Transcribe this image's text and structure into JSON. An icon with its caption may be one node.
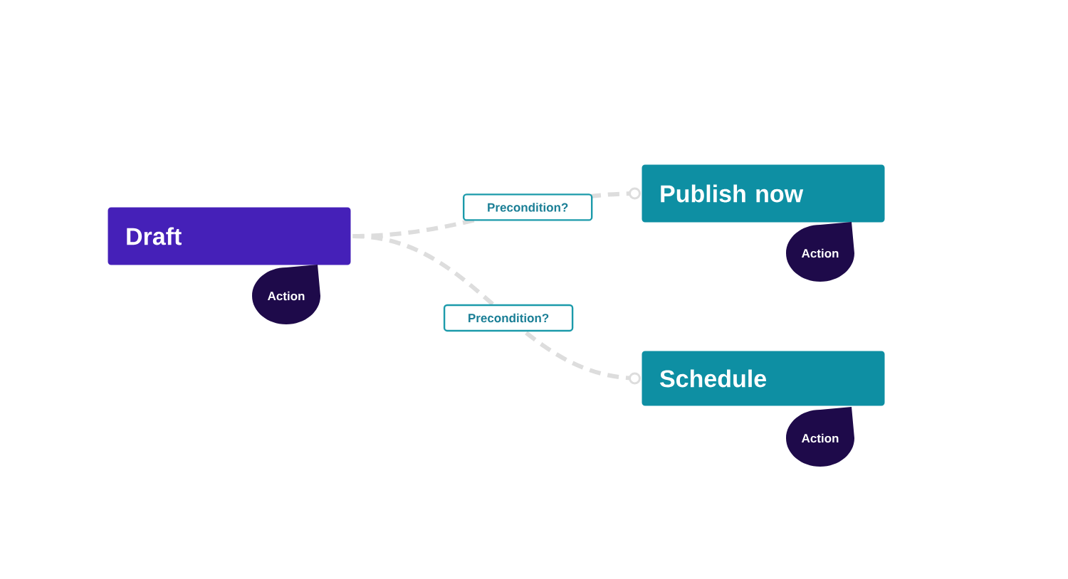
{
  "diagram": {
    "nodes": [
      {
        "text": [
          "Draft"
        ],
        "beside": [
          "Action"
        ]
      },
      {
        "text": [
          "Publish now"
        ],
        "beside": [
          "Action"
        ]
      },
      {
        "text": [
          "Schedule"
        ],
        "beside": [
          "Action"
        ]
      }
    ],
    "edges": [
      {
        "from": 0,
        "to": 1,
        "arrow": "other",
        "style": "dashed",
        "label": "Precondition?"
      },
      {
        "from": 0,
        "to": 2,
        "arrow": "other",
        "style": "dashed",
        "label": "Precondition?"
      }
    ]
  }
}
